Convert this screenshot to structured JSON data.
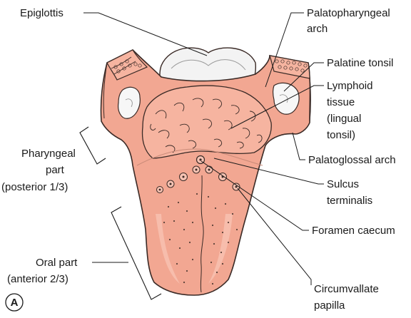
{
  "figure_badge": "A",
  "labels": {
    "epiglottis": "Epiglottis",
    "palatopharyngeal_arch": [
      "Palatopharyngeal",
      "arch"
    ],
    "palatine_tonsil": "Palatine tonsil",
    "lymphoid_tissue": [
      "Lymphoid",
      "tissue",
      "(lingual",
      "tonsil)"
    ],
    "palatoglossal_arch": "Palatoglossal arch",
    "pharyngeal_part": [
      "Pharyngeal",
      "part",
      "(posterior 1/3)"
    ],
    "sulcus_terminalis": [
      "Sulcus",
      "terminalis"
    ],
    "foramen_caecum": "Foramen caecum",
    "oral_part": [
      "Oral part",
      "(anterior 2/3)"
    ],
    "circumvallate_papilla": [
      "Circumvallate",
      "papilla"
    ]
  },
  "colors": {
    "tongue_fill": "#f2a792",
    "tongue_light": "#f7c3b3",
    "tongue_outline": "#3a2a26",
    "lymphoid_fill": "#f6b4a0",
    "tonsil_fill": "#f7f7f7",
    "epiglottis_fill": "#f3f3f3",
    "line_color": "#1a1a1a"
  }
}
